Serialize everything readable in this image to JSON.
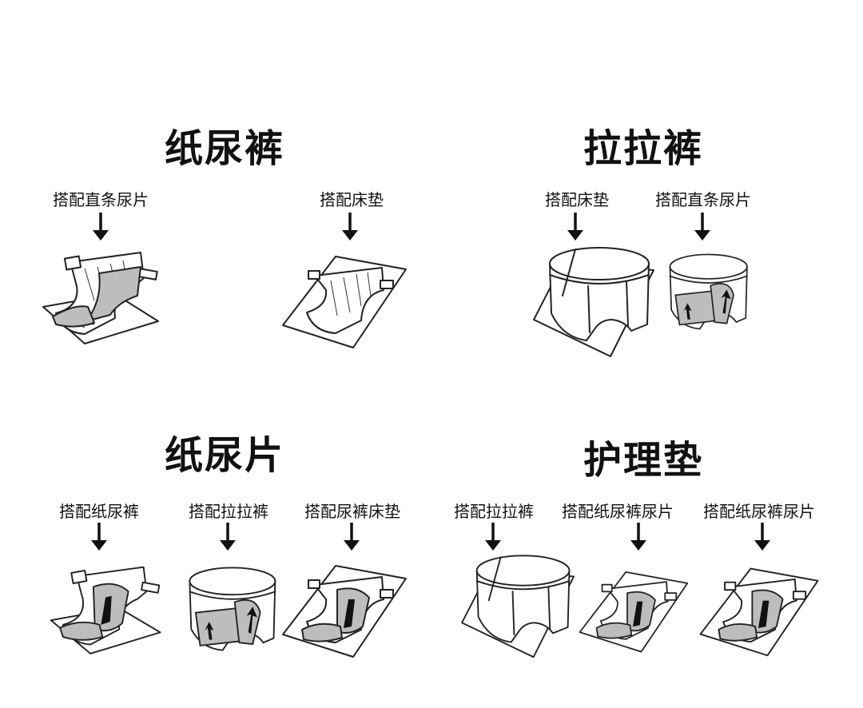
{
  "sections": [
    {
      "title": "纸尿裤",
      "labels": [
        "搭配直条尿片",
        "搭配床垫"
      ]
    },
    {
      "title": "拉拉裤",
      "labels": [
        "搭配床垫",
        "搭配直条尿片"
      ]
    },
    {
      "title": "纸尿片",
      "labels": [
        "搭配纸尿裤",
        "搭配拉拉裤",
        "搭配尿裤床垫"
      ]
    },
    {
      "title": "护理垫",
      "labels": [
        "搭配拉拉裤",
        "搭配纸尿裤尿片",
        "搭配纸尿裤尿片"
      ]
    }
  ],
  "illustrations": [
    "diaper-with-strip-pad",
    "diaper-on-bed-pad",
    "pull-up-on-bed-pad",
    "pull-up-with-strip-pad",
    "diaper-with-pad",
    "pull-up-with-pad",
    "diaper-pad-on-mat",
    "pull-up-on-mat",
    "diaper-pad-on-mat",
    "diaper-pad-on-mat"
  ]
}
